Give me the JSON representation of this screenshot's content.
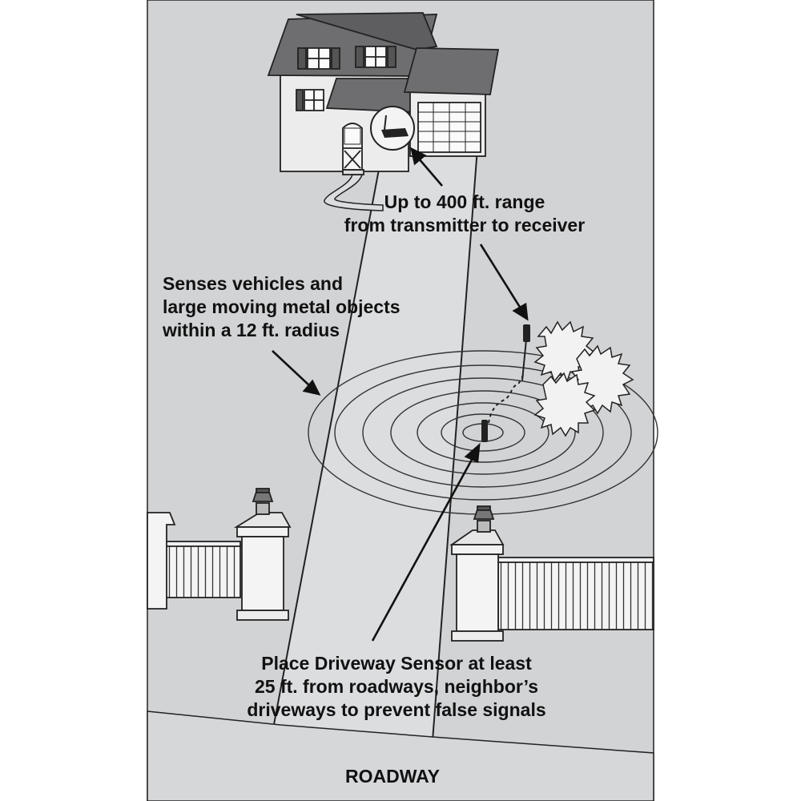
{
  "labels": {
    "range": [
      "Up to 400 ft. range",
      "from transmitter to receiver"
    ],
    "senses": [
      "Senses vehicles and",
      "large moving metal objects",
      "within a 12 ft. radius"
    ],
    "placement": [
      "Place Driveway Sensor at least",
      "25 ft. from roadways, neighbor’s",
      "driveways to prevent false signals"
    ],
    "roadway": "ROADWAY"
  },
  "colors": {
    "ground": "#d2d3d5",
    "driveway": "#dcdddf",
    "line": "#222222",
    "wall": "#ececec",
    "roof": "#6e6e70",
    "text": "#111111"
  },
  "icons": {
    "receiver": "receiver-icon",
    "transmitter": "transmitter-icon",
    "sensor": "driveway-sensor-icon"
  }
}
